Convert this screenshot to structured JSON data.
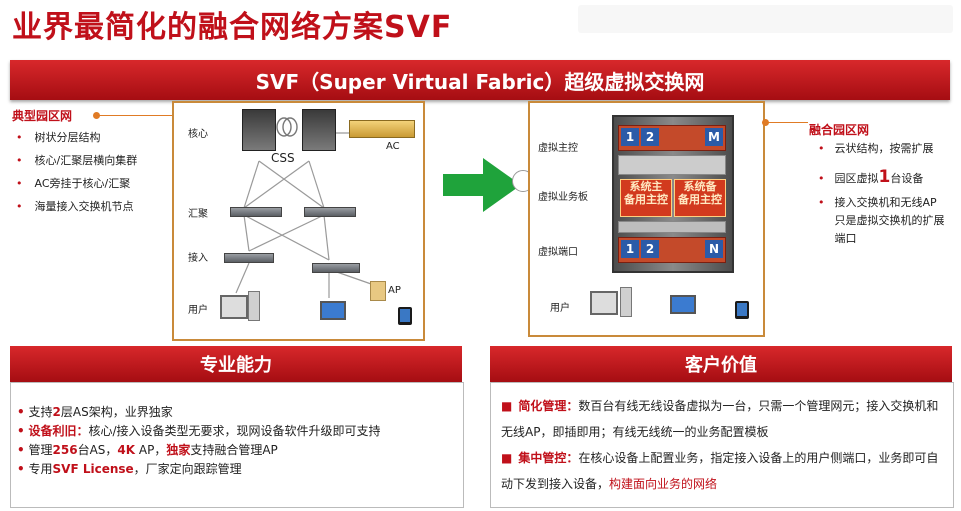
{
  "title": "业界最简化的融合网络方案SVF",
  "banner": "SVF（Super Virtual Fabric）超级虚拟交换网",
  "left": {
    "heading": "典型园区网",
    "bullets": [
      "树状分层结构",
      "核心/汇聚层横向集群",
      "AC旁挂于核心/汇聚",
      "海量接入交换机节点"
    ],
    "diagram": {
      "core": "核心",
      "css": "CSS",
      "ac": "AC",
      "agg": "汇聚",
      "access": "接入",
      "ap": "AP",
      "user": "用户"
    }
  },
  "right": {
    "heading": "融合园区网",
    "bullets": {
      "b1": "云状结构，按需扩展",
      "b2_pre": "园区虚拟",
      "b2_num": "1",
      "b2_post": "台设备",
      "b3": "接入交换机和无线AP只是虚拟交换机的扩展端口"
    },
    "diagram": {
      "master": "虚拟主控",
      "board": "虚拟业务板",
      "port": "虚拟端口",
      "user": "用户",
      "card1": "1",
      "card2": "2",
      "cardM": "M",
      "cardN": "N",
      "sys_main": "系统主",
      "sys_backup": "系统备",
      "backup_ctrl1": "备用主控",
      "backup_ctrl2": "备用主控"
    }
  },
  "bottom_left": {
    "heading": "专业能力",
    "l1_pre": "支持",
    "l1_num": "2",
    "l1_post": "层AS架构，业界独家",
    "l2_bold": "设备利旧：",
    "l2_text": "核心/接入设备类型无要求，现网设备软件升级即可支持",
    "l3_pre": "管理",
    "l3_num": "256",
    "l3_mid": "台AS，",
    "l3_ap": "4K",
    "l3_mid2": " AP，",
    "l3_excl": "独家",
    "l3_post": "支持融合管理AP",
    "l4_pre": "专用",
    "l4_bold": "SVF License",
    "l4_post": "，厂家定向跟踪管理"
  },
  "bottom_right": {
    "heading": "客户价值",
    "p1_bold": "简化管理：",
    "p1_text": "数百台有线无线设备虚拟为一台，只需一个管理网元；接入交换机和无线AP，即插即用；有线无线统一的业务配置模板",
    "p2_bold": "集中管控：",
    "p2_text": "在核心设备上配置业务，指定接入设备上的用户侧端口，业务即可自动下发到接入设备，",
    "p2_red": "构建面向业务的网络"
  },
  "colors": {
    "brand_red": "#c0101a",
    "accent_orange": "#e07b25",
    "arrow_green": "#1fa33b"
  }
}
